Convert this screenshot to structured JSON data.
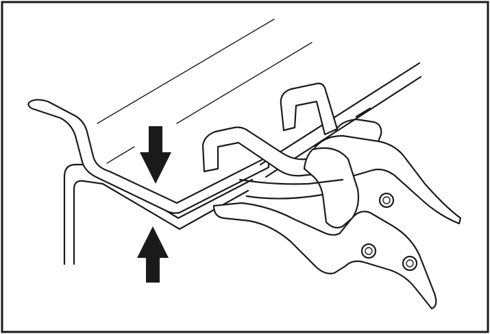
{
  "figure": {
    "frame_color": "#1a1a1a",
    "background_color": "#ffffff",
    "arrows": [
      {
        "direction": "down",
        "meaning": "clamp-pressure-top"
      },
      {
        "direction": "up",
        "meaning": "clamp-pressure-bottom"
      }
    ]
  }
}
